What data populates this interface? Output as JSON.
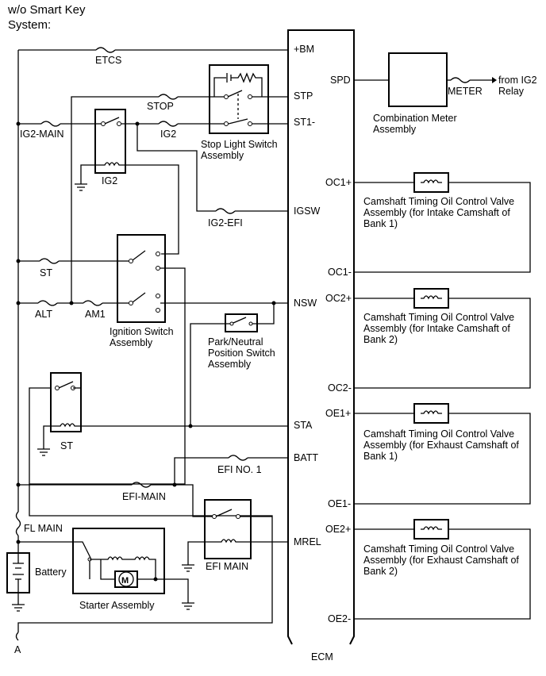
{
  "header": {
    "line1": "w/o Smart Key",
    "line2": "System:"
  },
  "ecm": {
    "label": "ECM",
    "pins": {
      "bm": "+BM",
      "stp": "STP",
      "st1": "ST1-",
      "igsw": "IGSW",
      "nsw": "NSW",
      "sta": "STA",
      "batt": "BATT",
      "mrel": "MREL",
      "spd": "SPD",
      "oc1p": "OC1+",
      "oc1m": "OC1-",
      "oc2p": "OC2+",
      "oc2m": "OC2-",
      "oe1p": "OE1+",
      "oe1m": "OE1-",
      "oe2p": "OE2+",
      "oe2m": "OE2-"
    }
  },
  "fuses": {
    "etcs": "ETCS",
    "stop": "STOP",
    "ig2_main": "IG2-MAIN",
    "ig2": "IG2",
    "ig2_efi": "IG2-EFI",
    "st": "ST",
    "alt": "ALT",
    "am1": "AM1",
    "efi_no1": "EFI NO. 1",
    "efi_main": "EFI-MAIN",
    "fl_main": "FL MAIN",
    "meter": "METER"
  },
  "relays": {
    "ig2": "IG2",
    "st": "ST",
    "efi_main": "EFI MAIN"
  },
  "components": {
    "stop_light": {
      "line1": "Stop Light Switch",
      "line2": "Assembly"
    },
    "ignition": {
      "line1": "Ignition Switch",
      "line2": "Assembly"
    },
    "park_neutral": {
      "line1": "Park/Neutral",
      "line2": "Position Switch",
      "line3": "Assembly"
    },
    "combination_meter": {
      "line1": "Combination Meter",
      "line2": "Assembly"
    },
    "battery": "Battery",
    "starter": "Starter Assembly",
    "motor": "M",
    "from_ig2": {
      "line1": "from IG2",
      "line2": "Relay"
    },
    "ground_ref": "A"
  },
  "valves": [
    {
      "line1": "Camshaft Timing Oil Control Valve",
      "line2": "Assembly (for Intake Camshaft of",
      "line3": "Bank 1)"
    },
    {
      "line1": "Camshaft Timing Oil Control Valve",
      "line2": "Assembly (for Intake Camshaft of",
      "line3": "Bank 2)"
    },
    {
      "line1": "Camshaft Timing Oil Control Valve",
      "line2": "Assembly (for Exhaust Camshaft of",
      "line3": "Bank 1)"
    },
    {
      "line1": "Camshaft Timing Oil Control Valve",
      "line2": "Assembly (for Exhaust Camshaft of",
      "line3": "Bank 2)"
    }
  ]
}
